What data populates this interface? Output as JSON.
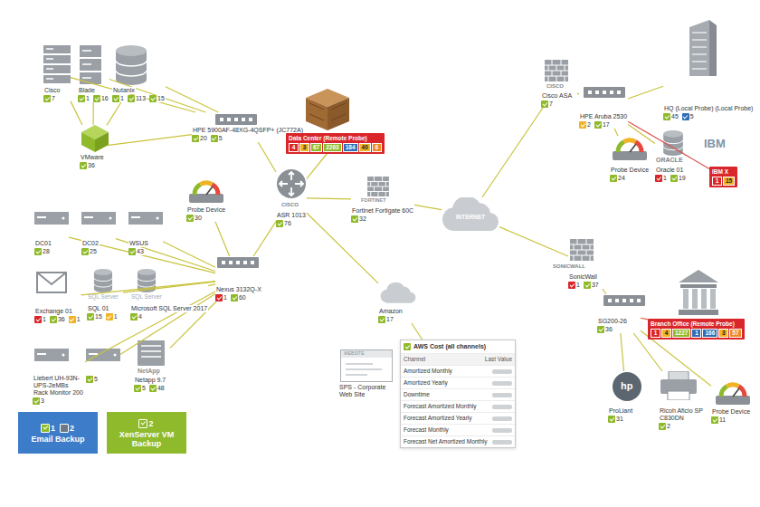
{
  "diagram": {
    "nodes": [
      {
        "text": [
          "Cisco",
          "7"
        ]
      },
      {
        "text": [
          "Blade",
          "1",
          "16"
        ]
      },
      {
        "text": [
          "Nutanix",
          "1",
          "113",
          "15"
        ]
      },
      {
        "text": [
          "VMware",
          "36"
        ]
      },
      {
        "text": [
          "HPE 5900AF-48XG-4QSFP+ (JC772A)",
          "20",
          "5"
        ]
      },
      {
        "text": [
          "Data Center (Remote Probe)",
          "4",
          "3",
          "67",
          "2263",
          "184",
          "40",
          "6"
        ]
      },
      {
        "text": [
          "Probe Device",
          "30"
        ]
      },
      {
        "text": [
          "ASR 1013",
          "76"
        ]
      },
      {
        "text": [
          "Fortinet Fortigate 60C",
          "32"
        ]
      },
      {
        "text": [
          "INTERNET"
        ]
      },
      {
        "text": [
          "DC01",
          "28"
        ]
      },
      {
        "text": [
          "DC02",
          "25"
        ]
      },
      {
        "text": [
          "WSUS",
          "43"
        ]
      },
      {
        "text": [
          "Nexus 3132Q-X",
          "1",
          "60"
        ]
      },
      {
        "text": [
          "Exchange 01",
          "1",
          "36",
          "1"
        ]
      },
      {
        "text": [
          "SQL 01",
          "15",
          "1"
        ]
      },
      {
        "text": [
          "Microsoft SQL Server 2017",
          "4"
        ]
      },
      {
        "text": [
          "Liebert UH-93N-UPS-2eMBs Rack Monitor 200",
          "3"
        ]
      },
      {
        "text": [
          "5"
        ]
      },
      {
        "text": [
          "Netapp 9.7",
          "5",
          "48"
        ]
      },
      {
        "text": [
          "1",
          "2",
          "Email Backup"
        ]
      },
      {
        "text": [
          "2",
          "XenServer VM Backup"
        ]
      },
      {
        "text": [
          "Amazon",
          "17"
        ]
      },
      {
        "text": [
          "AWS Cost (all channels)",
          "Channel",
          "Last Value",
          "Amortized Monthly",
          "Amortized Yearly",
          "Downtime",
          "Forecast Amortized Monthly",
          "Forecast Amortized Yearly",
          "Forecast Monthly",
          "Forecast Net Amortized Monthly"
        ]
      },
      {
        "text": [
          "SPS - Corporate Web Site"
        ]
      },
      {
        "text": [
          "Cisco ASA",
          "7"
        ]
      },
      {
        "text": [
          "HPE Aruba 2530",
          "2",
          "17"
        ]
      },
      {
        "text": [
          "HQ (Local Probe) (Local Probe)",
          "45",
          "5"
        ]
      },
      {
        "text": [
          "Probe Device",
          "24"
        ]
      },
      {
        "text": [
          "Oracle 01",
          "1",
          "19"
        ]
      },
      {
        "text": [
          "IBM X",
          "1",
          "15"
        ]
      },
      {
        "text": [
          "SonicWall",
          "1",
          "37"
        ]
      },
      {
        "text": [
          "SG200-26",
          "36"
        ]
      },
      {
        "text": [
          "Branch Office (Remote Probe)",
          "1",
          "4",
          "1227",
          "1",
          "166",
          "3",
          "57"
        ]
      },
      {
        "text": [
          "ProLiant",
          "31"
        ]
      },
      {
        "text": [
          "Ricoh Aficio SP C830DN",
          "2"
        ]
      },
      {
        "text": [
          "Probe Device",
          "11"
        ]
      }
    ],
    "edges": [
      {
        "from": 0,
        "to": 4,
        "arrow": "none"
      },
      {
        "from": 1,
        "to": 4,
        "arrow": "none"
      },
      {
        "from": 2,
        "to": 4,
        "arrow": "none"
      },
      {
        "from": 3,
        "to": 0,
        "arrow": "none"
      },
      {
        "from": 3,
        "to": 1,
        "arrow": "none"
      },
      {
        "from": 3,
        "to": 2,
        "arrow": "none"
      },
      {
        "from": 3,
        "to": 4,
        "arrow": "none"
      },
      {
        "from": 4,
        "to": 7,
        "arrow": "none"
      },
      {
        "from": 5,
        "to": 7,
        "arrow": "none"
      },
      {
        "from": 6,
        "to": 13,
        "arrow": "none"
      },
      {
        "from": 13,
        "to": 7,
        "arrow": "none"
      },
      {
        "from": 10,
        "to": 13,
        "arrow": "none"
      },
      {
        "from": 11,
        "to": 13,
        "arrow": "none"
      },
      {
        "from": 12,
        "to": 13,
        "arrow": "none"
      },
      {
        "from": 14,
        "to": 13,
        "arrow": "none"
      },
      {
        "from": 15,
        "to": 13,
        "arrow": "none"
      },
      {
        "from": 16,
        "to": 13,
        "arrow": "none"
      },
      {
        "from": 17,
        "to": 13,
        "arrow": "none"
      },
      {
        "from": 18,
        "to": 13,
        "arrow": "none"
      },
      {
        "from": 19,
        "to": 13,
        "arrow": "none"
      },
      {
        "from": 7,
        "to": 8,
        "arrow": "none"
      },
      {
        "from": 8,
        "to": 9,
        "arrow": "none"
      },
      {
        "from": 22,
        "to": 7,
        "arrow": "none"
      },
      {
        "from": 22,
        "to": 23,
        "arrow": "none"
      },
      {
        "from": 9,
        "to": 25,
        "arrow": "none"
      },
      {
        "from": 9,
        "to": 31,
        "arrow": "none"
      },
      {
        "from": 25,
        "to": 26,
        "arrow": "none"
      },
      {
        "from": 26,
        "to": 27,
        "arrow": "none"
      },
      {
        "from": 26,
        "to": 28,
        "arrow": "none"
      },
      {
        "from": 26,
        "to": 29,
        "arrow": "none"
      },
      {
        "from": 26,
        "to": 30,
        "arrow": "none"
      },
      {
        "from": 31,
        "to": 32,
        "arrow": "none"
      },
      {
        "from": 32,
        "to": 33,
        "arrow": "none"
      },
      {
        "from": 32,
        "to": 34,
        "arrow": "none"
      },
      {
        "from": 32,
        "to": 35,
        "arrow": "none"
      },
      {
        "from": 32,
        "to": 36,
        "arrow": "none"
      }
    ],
    "labels": [
      "CISCO",
      "FORTINET",
      "SQL Server",
      "SQL Server",
      "NetApp",
      "WEBSITE",
      "CISCO",
      "ORACLE",
      "IBM",
      "SONICWALL",
      "hp"
    ]
  }
}
